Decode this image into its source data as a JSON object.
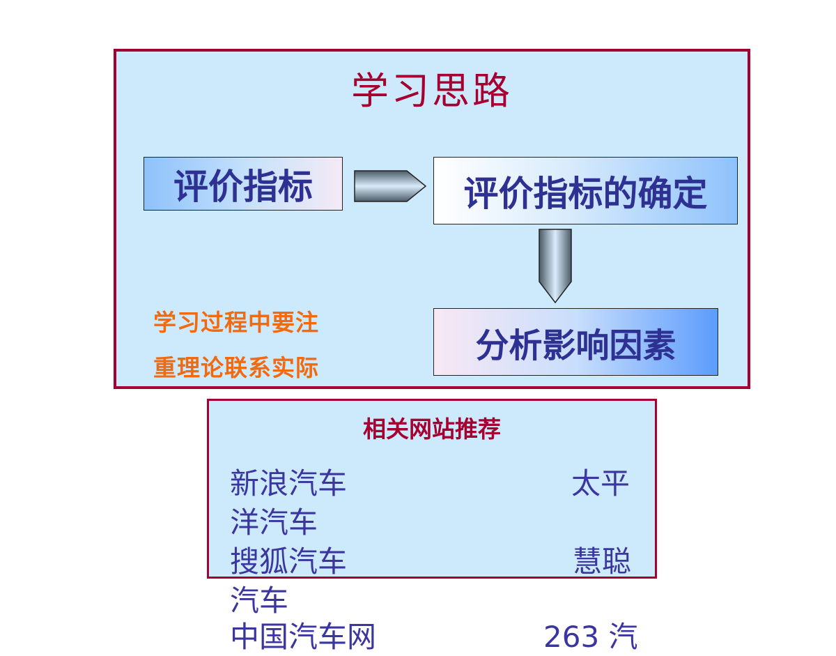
{
  "main": {
    "title": "学习思路",
    "box1": "评价指标",
    "box2": "评价指标的确定",
    "box3": "分析影响因素",
    "note_line1": "学习过程中要注",
    "note_line2": "重理论联系实际"
  },
  "links": {
    "title": "相关网站推荐",
    "lines": [
      "新浪汽车",
      "太平",
      "洋汽车",
      "搜狐汽车",
      "慧聪",
      "汽车",
      "中国汽车网",
      "263 汽"
    ]
  },
  "colors": {
    "frame": "#a50030",
    "panel": "#cdeafc",
    "box_text": "#2e3192",
    "note_text": "#f26a10",
    "link_text": "#3b35a0"
  }
}
